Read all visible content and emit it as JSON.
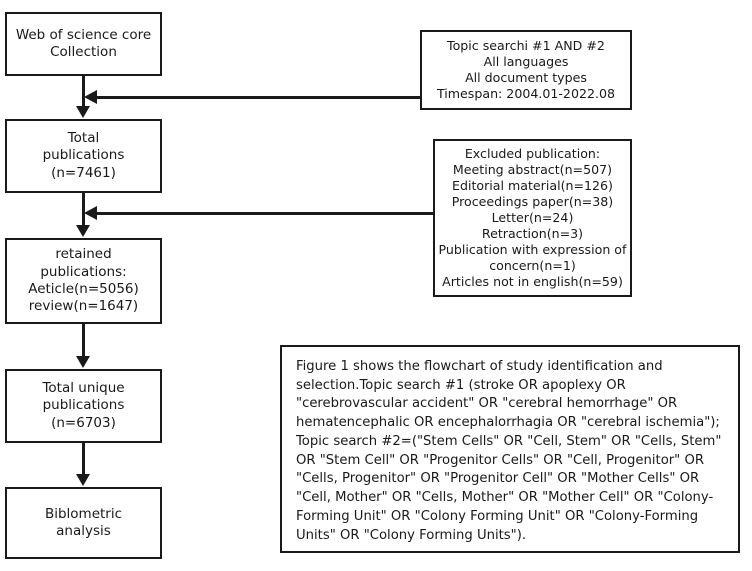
{
  "figure": {
    "type": "flowchart",
    "title": "Study identification and selection flowchart"
  },
  "nodes": {
    "source": "Web of science core\nCollection",
    "total": "Total\npublications\n(n=7461)",
    "retained": "retained\npublications:\nAeticle(n=5056)\nreview(n=1647)",
    "unique": "Total unique\npublications\n(n=6703)",
    "analysis": "Biblometric\nanalysis",
    "topic_search": "Topic searchi #1 AND #2\nAll languages\nAll document types\nTimespan: 2004.01-2022.08",
    "excluded": "Excluded publication:\nMeeting abstract(n=507)\nEditorial material(n=126)\nProceedings paper(n=38)\nLetter(n=24)\nRetraction(n=3)\nPublication with expression of\nconcern(n=1)\nArticles not in english(n=59)",
    "caption": "Figure 1 shows the flowchart of study identification and selection.Topic search #1  (stroke OR apoplexy OR \"cerebrovascular accident\" OR \"cerebral hemorrhage\" OR hematencephalic OR encephalorrhagia OR \"cerebral ischemia\");  Topic search #2=(\"Stem Cells\" OR \"Cell, Stem\" OR \"Cells, Stem\" OR \"Stem Cell\" OR \"Progenitor Cells\" OR \"Cell, Progenitor\" OR \"Cells, Progenitor\" OR \"Progenitor Cell\" OR \"Mother Cells\" OR \"Cell, Mother\" OR \"Cells, Mother\" OR \"Mother Cell\" OR \"Colony-Forming Unit\" OR \"Colony Forming Unit\" OR \"Colony-Forming Units\" OR \"Colony Forming Units\")."
  },
  "counts": {
    "total_publications": 7461,
    "articles": 5056,
    "reviews": 1647,
    "total_unique": 6703,
    "excluded_meeting_abstract": 507,
    "excluded_editorial_material": 126,
    "excluded_proceedings_paper": 38,
    "excluded_letter": 24,
    "excluded_retraction": 3,
    "excluded_expression_of_concern": 1,
    "excluded_not_in_english": 59
  },
  "colors": {
    "stroke": "#1a1a1a",
    "background": "#ffffff"
  }
}
